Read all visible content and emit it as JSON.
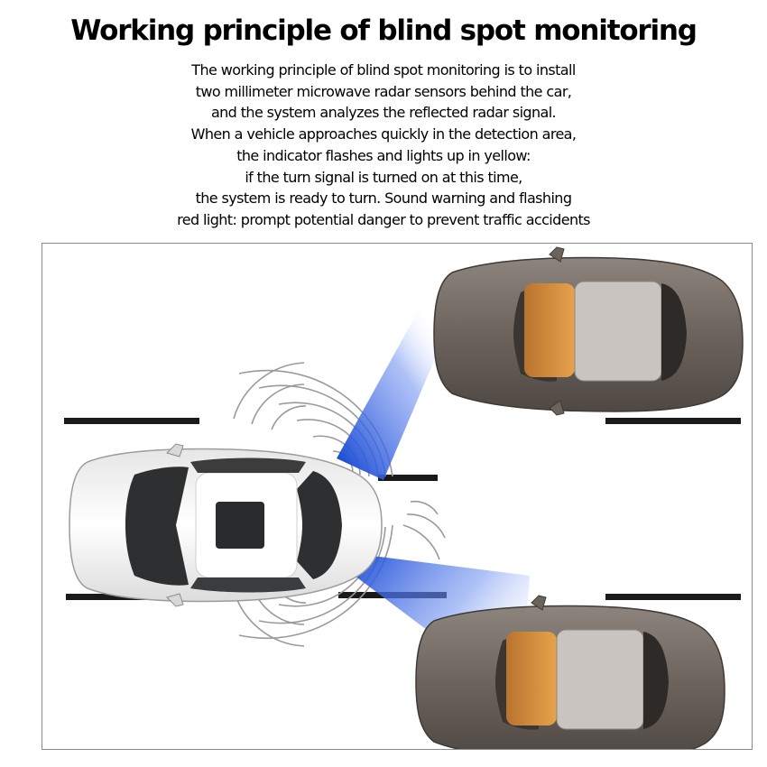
{
  "title": "Working principle of blind spot monitoring",
  "description_lines": [
    "The working principle of blind spot monitoring is to install",
    "two millimeter microwave radar sensors behind the car,",
    "and the system analyzes the reflected radar signal.",
    "When a vehicle approaches quickly in the detection area,",
    "the indicator flashes and lights up in yellow:",
    "if the turn signal is turned on at this time,",
    "the system is ready to turn. Sound warning and flashing",
    "red light: prompt potential danger to prevent traffic accidents"
  ],
  "colors": {
    "radar_beam": "#1f4fd6",
    "lane_line": "#1a1a1a",
    "ego_car": "#f4f4f4",
    "other_car": "#6e655f",
    "frame_border": "#8a8a8a"
  }
}
